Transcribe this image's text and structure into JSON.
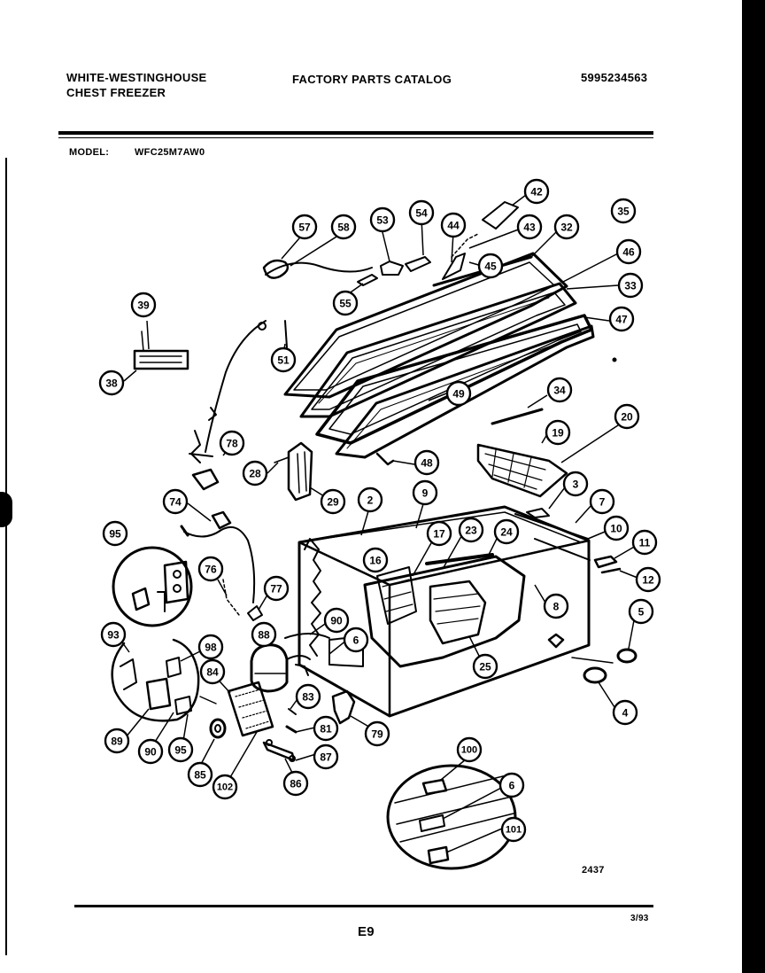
{
  "header": {
    "brand_line1": "WHITE-WESTINGHOUSE",
    "brand_line2": "CHEST FREEZER",
    "catalog_title": "FACTORY PARTS CATALOG",
    "part_number": "5995234563"
  },
  "model": {
    "label": "MODEL:",
    "value": "WFC25M7AW0"
  },
  "footer": {
    "figure_number": "2437",
    "page": "E9",
    "date": "3/93"
  },
  "callouts": [
    "57",
    "58",
    "53",
    "54",
    "44",
    "43",
    "42",
    "32",
    "35",
    "45",
    "46",
    "33",
    "47",
    "55",
    "39",
    "51",
    "38",
    "49",
    "34",
    "20",
    "19",
    "78",
    "28",
    "29",
    "48",
    "3",
    "2",
    "9",
    "7",
    "74",
    "17",
    "23",
    "24",
    "10",
    "11",
    "95",
    "16",
    "12",
    "76",
    "77",
    "8",
    "90",
    "5",
    "93",
    "98",
    "88",
    "6",
    "84",
    "25",
    "83",
    "4",
    "89",
    "90",
    "95",
    "81",
    "79",
    "85",
    "87",
    "102",
    "86",
    "100",
    "6",
    "101"
  ]
}
